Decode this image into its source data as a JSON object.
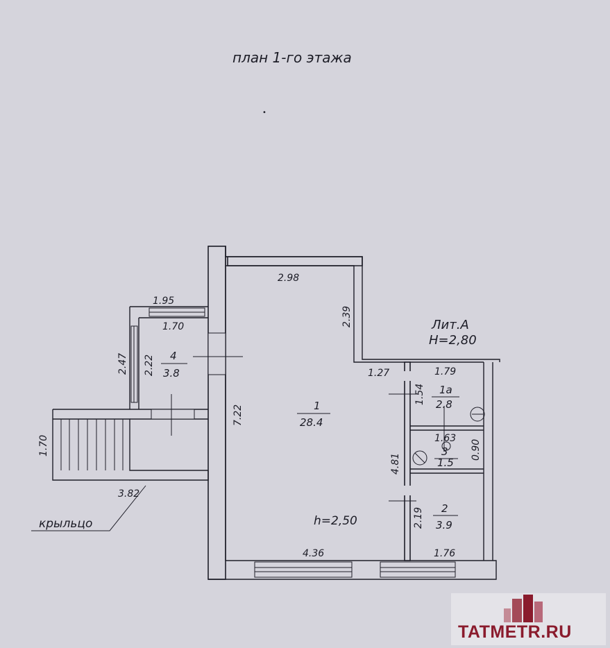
{
  "title": "план 1-го этажа",
  "building": {
    "lit": "Лит.А",
    "height": "H=2,80"
  },
  "ceiling_height": "h=2,50",
  "porch_label": "крыльцо",
  "watermark": "TATMETR.RU",
  "rooms": [
    {
      "number": "1",
      "area": "28.4"
    },
    {
      "number": "1а",
      "area": "2.8"
    },
    {
      "number": "2",
      "area": "3.9"
    },
    {
      "number": "3",
      "area": "1.5"
    },
    {
      "number": "4",
      "area": "3.8"
    }
  ],
  "dimensions": {
    "d298": "2.98",
    "d239": "2.39",
    "d195": "1.95",
    "d170a": "1.70",
    "d247": "2.47",
    "d222": "2.22",
    "d722": "7.22",
    "d127": "1.27",
    "d179": "1.79",
    "d154": "1.54",
    "d163": "1.63",
    "d090": "0.90",
    "d481": "4.81",
    "d219": "2.19",
    "d436": "4.36",
    "d176": "1.76",
    "d170b": "1.70",
    "d382": "3.82"
  },
  "colors": {
    "paper": "#d5d4dc",
    "ink": "#1e1e28",
    "brand": "#8a1b2d"
  }
}
